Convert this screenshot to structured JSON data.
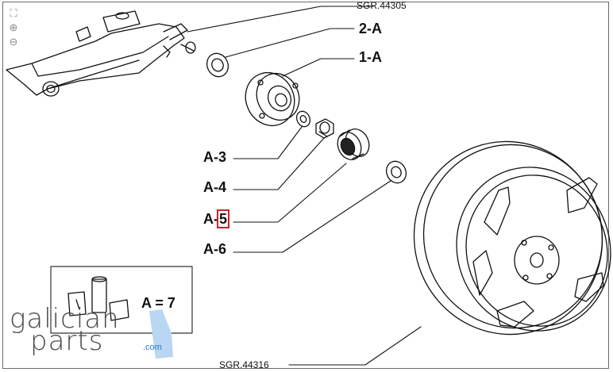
{
  "labels": {
    "sgr_top": "SGR.44305",
    "sgr_bottom": "SGR.44316",
    "part_2a": "2-A",
    "part_1a": "1-A",
    "part_a3": "A-3",
    "part_a4": "A-4",
    "part_a5_prefix": "A-",
    "part_a5_num": "5",
    "part_a6": "A-6",
    "kit": "A = 7"
  },
  "toolbar": {
    "icons": [
      "fit-icon",
      "zoom-in-icon",
      "zoom-out-icon"
    ],
    "fit_glyph": "⛶",
    "zoom_in_glyph": "⊕",
    "zoom_out_glyph": "⊖"
  },
  "watermark": {
    "line1": "galician",
    "line2": "parts",
    "domain": ".com"
  },
  "colors": {
    "line": "#111111",
    "highlight": "#d01f26",
    "frame": "#6a6a6a",
    "logo": "#4a4a4a",
    "logo_accent": "#2f7bd0"
  }
}
